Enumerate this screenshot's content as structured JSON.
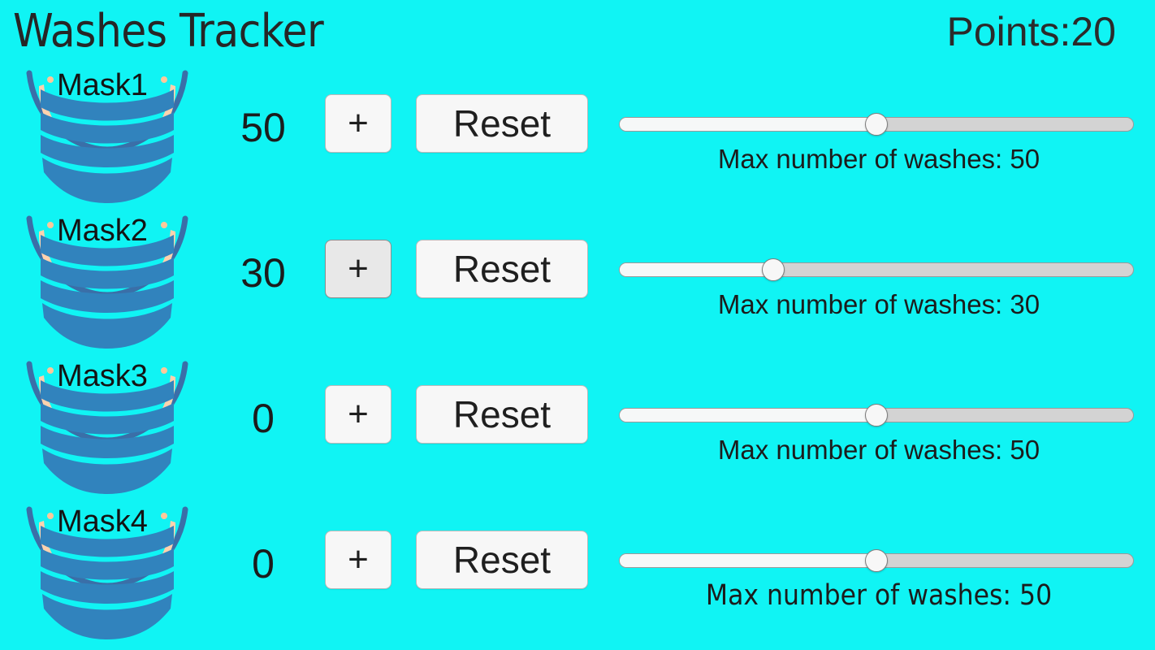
{
  "header": {
    "title": "Washes Tracker",
    "points_label": "Points:20",
    "points_value": 20
  },
  "theme": {
    "background": "#10f4f4",
    "text": "#1e1e1e",
    "button_face": "#f7f7f7",
    "button_face_hover": "#e8e8e8",
    "button_border": "#b9b9b9",
    "track_filled": "#f6f8f8",
    "track_remaining": "#d3d3d3",
    "thumb": "#f7f7f7",
    "mask_blue": "#3183bd",
    "mask_strap": "#3a6fa8",
    "mask_skin": "#ffd2ae"
  },
  "controls": {
    "plus_label": "+",
    "reset_label": "Reset",
    "slider_min": 0,
    "slider_max": 100
  },
  "rows": [
    {
      "mask_label": "Mask1",
      "count": "50",
      "plus_state": "normal",
      "slider_value": 50,
      "slider_percent": 50,
      "slider_label": "Max number of washes: 50",
      "label_font": "regular"
    },
    {
      "mask_label": "Mask2",
      "count": "30",
      "plus_state": "hover",
      "slider_value": 30,
      "slider_percent": 30,
      "slider_label": "Max number of washes: 30",
      "label_font": "regular"
    },
    {
      "mask_label": "Mask3",
      "count": "0",
      "plus_state": "normal",
      "slider_value": 50,
      "slider_percent": 50,
      "slider_label": "Max number of washes: 50",
      "label_font": "regular"
    },
    {
      "mask_label": "Mask4",
      "count": "0",
      "plus_state": "normal",
      "slider_value": 50,
      "slider_percent": 50,
      "slider_label": "Max number of washes: 50",
      "label_font": "narrow"
    }
  ],
  "icons": {
    "mask": "face-mask-icon"
  }
}
